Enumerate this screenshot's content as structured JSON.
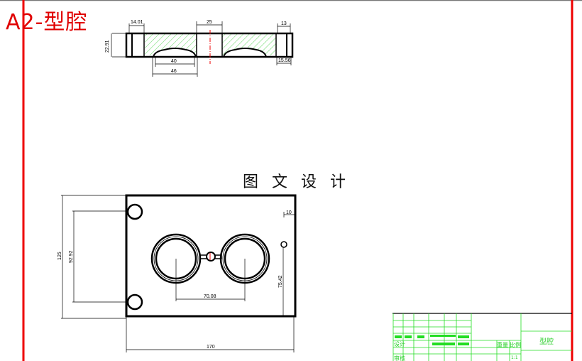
{
  "title": "A2-型腔",
  "watermark": "图 文 设 计",
  "colors": {
    "border": "#ee0000",
    "lines": "#000000",
    "hatch": "#33cc33",
    "centerline": "#ee0000",
    "title_block": "#22dd22"
  },
  "section_view": {
    "dims": {
      "left_width": "14.01",
      "center_width": "25",
      "right_width": "13",
      "height": "22.91",
      "inner": "40",
      "outer": "46",
      "bottom_right": "15.56"
    }
  },
  "plan_view": {
    "dims": {
      "height": "125",
      "hole_spacing": "92.92",
      "center_spacing": "70.08",
      "width": "170",
      "right_offset": "10",
      "right_height": "75.42"
    }
  },
  "title_block": {
    "part_name": "型腔",
    "design": "设计",
    "review": "审核",
    "weight": "重量",
    "scale": "比例",
    "scale_value": "1:1"
  }
}
